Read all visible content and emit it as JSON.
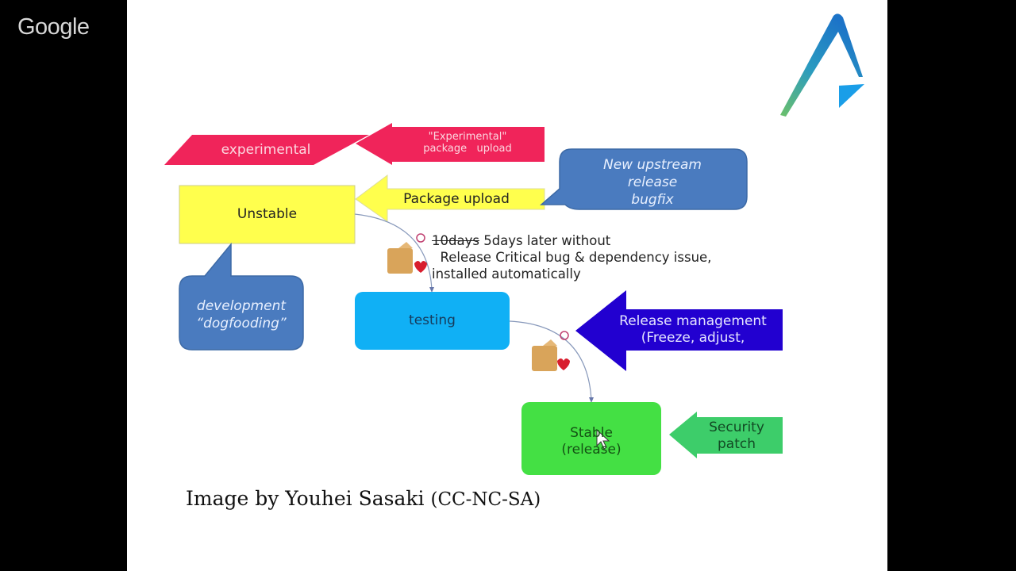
{
  "overlay": {
    "brand": "Google"
  },
  "colors": {
    "experimental": "#f0245a",
    "unstable": "#ffff4d",
    "callout": "#4a7bbf",
    "testing": "#10b0f5",
    "release_mgmt": "#2200d0",
    "stable": "#44e044",
    "security": "#3dcd6a"
  },
  "diagram": {
    "experimental_label": "experimental",
    "experimental_upload_line1": "\"Experimental\"",
    "experimental_upload_line2": "package   upload",
    "package_upload_label": "Package upload",
    "upstream_callout_line1": "New upstream",
    "upstream_callout_line2": "release",
    "upstream_callout_line3": "bugfix",
    "unstable_label": "Unstable",
    "dogfooding_line1": "development",
    "dogfooding_line2": "“dogfooding”",
    "migration_struck": "10days",
    "migration_line1_rest": " 5days later without",
    "migration_line2": "  Release Critical bug & dependency issue,",
    "migration_line3": "installed automatically",
    "testing_label": "testing",
    "release_mgmt_line1": "Release management",
    "release_mgmt_line2": "(Freeze, adjust,",
    "stable_line1": "Stable",
    "stable_line2": "(release)",
    "security_line1": "Security",
    "security_line2": "patch"
  },
  "footer": {
    "credit_main": "Image by Youhei Sasaki ",
    "credit_license": "(CC-NC-SA)"
  }
}
